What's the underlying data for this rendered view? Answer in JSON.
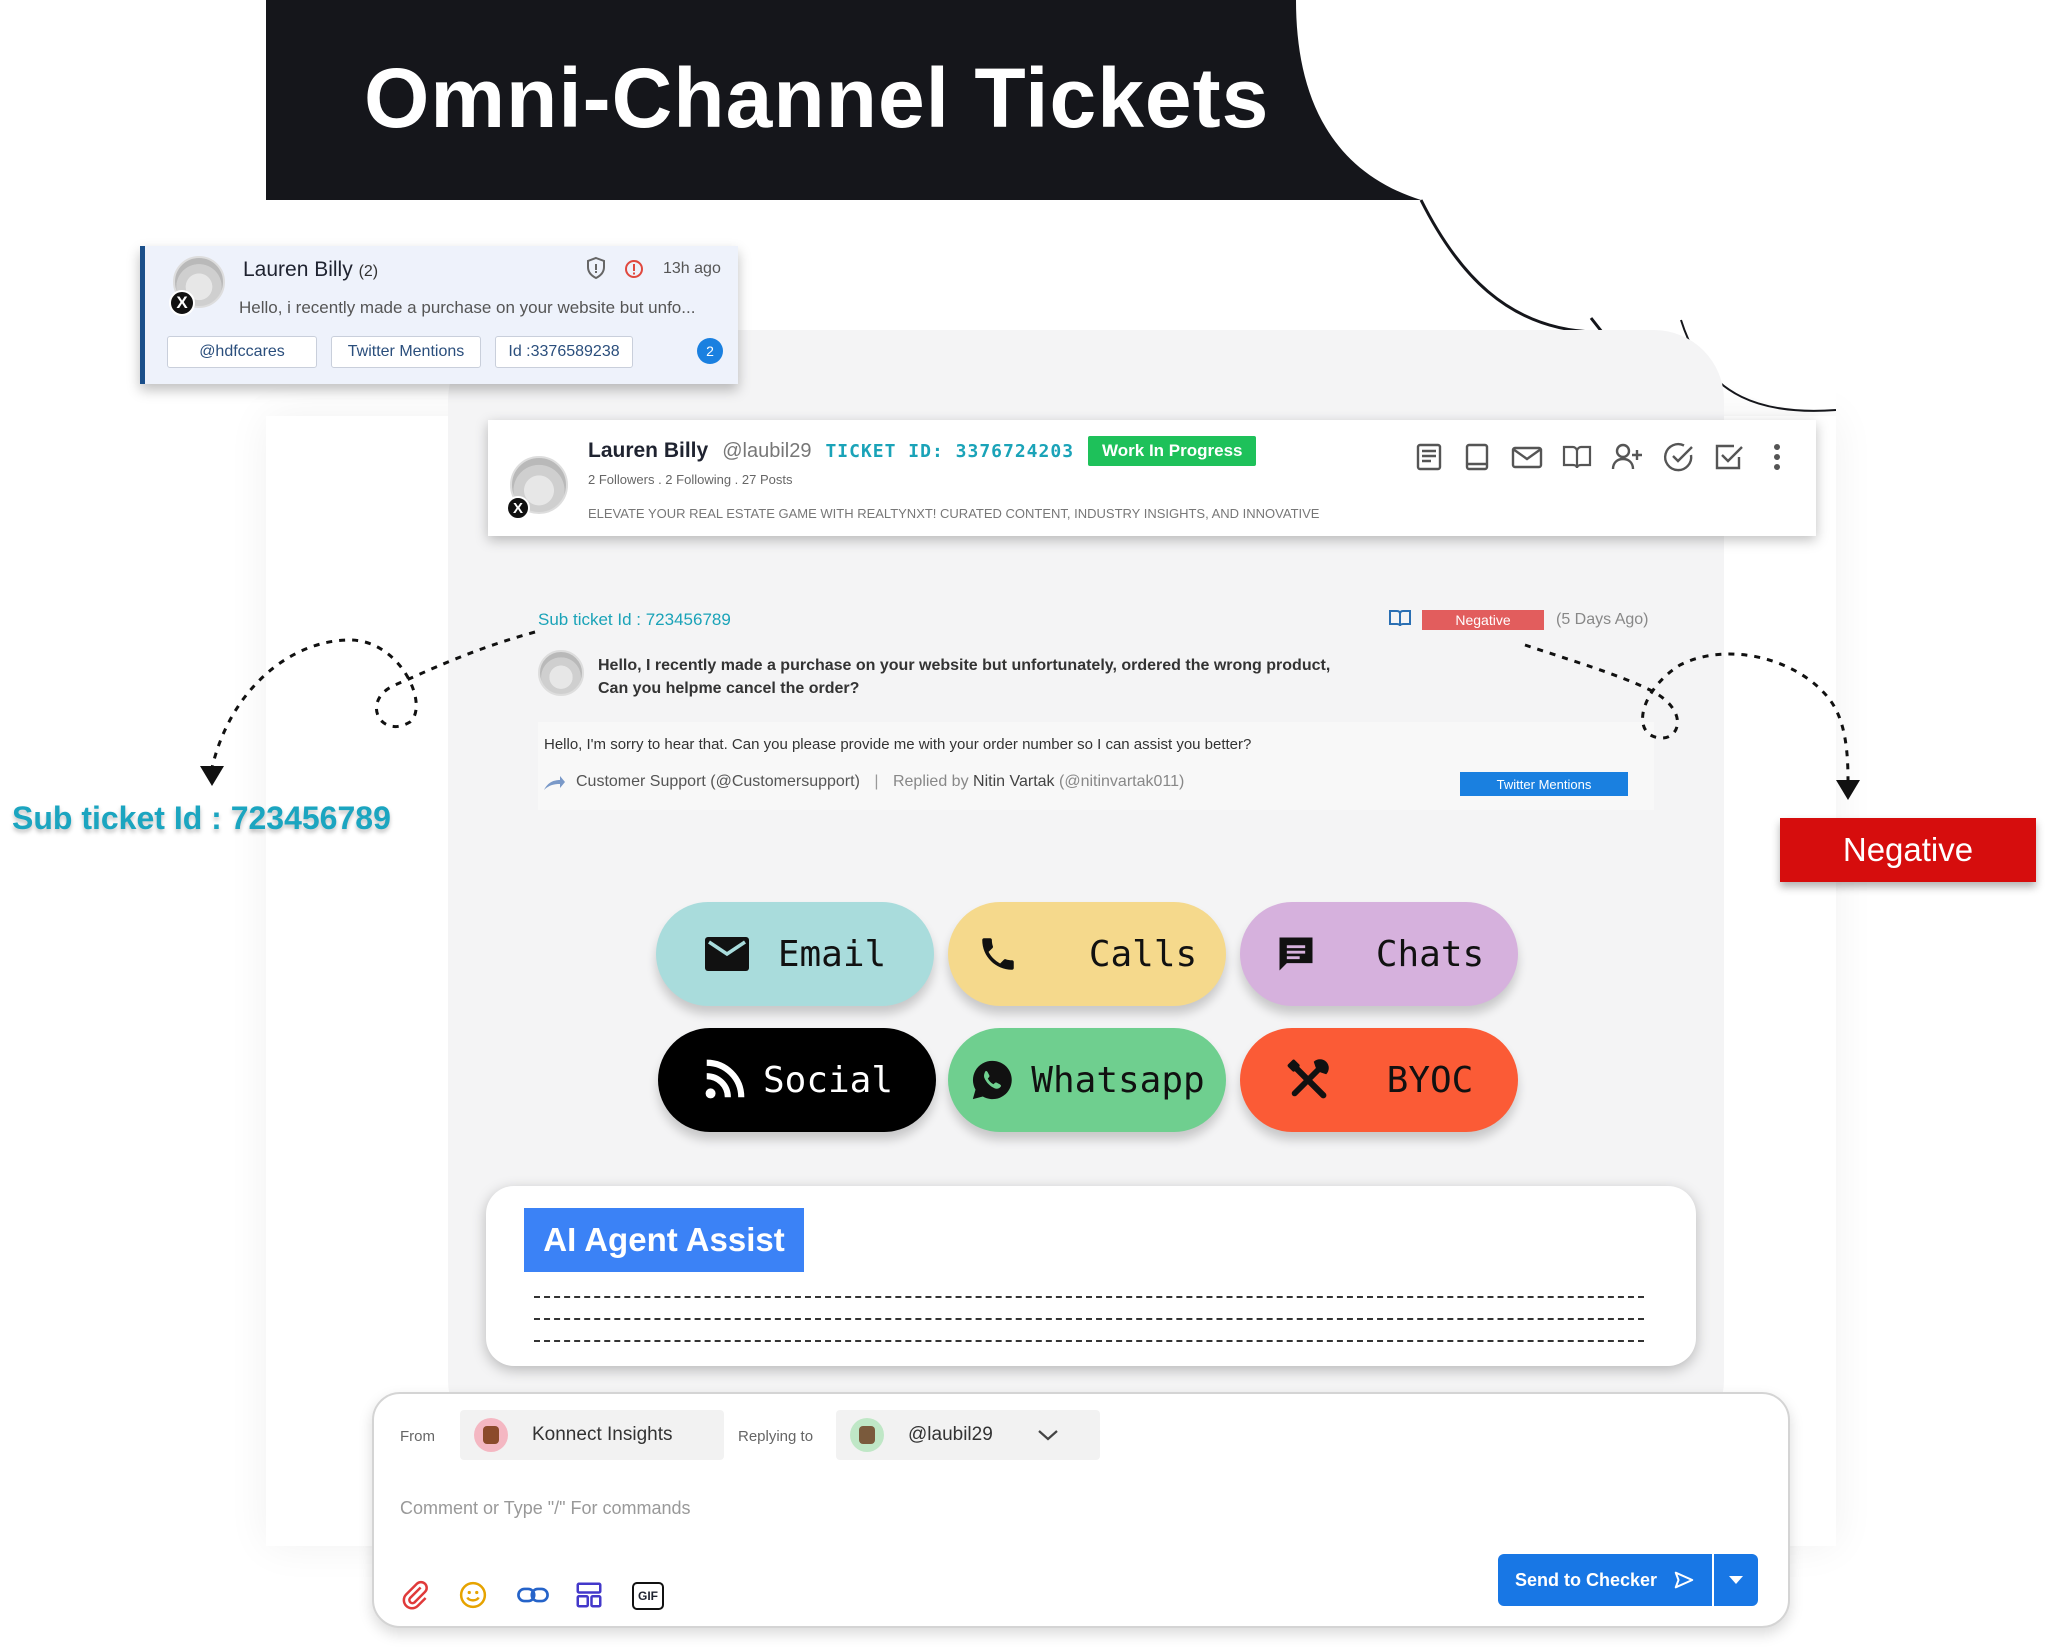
{
  "title": "Omni-Channel Tickets",
  "ticket_card": {
    "name": "Lauren Billy",
    "count": "(2)",
    "time": "13h ago",
    "preview": "Hello, i recently made a purchase on your website but unfo...",
    "chips": [
      "@hdfccares",
      "Twitter Mentions",
      "Id :3376589238"
    ],
    "badge": "2"
  },
  "profile": {
    "name": "Lauren Billy",
    "handle": "@laubil29",
    "ticket_id": "TICKET ID: 3376724203",
    "status": "Work In Progress",
    "stats": "2 Followers . 2 Following . 27 Posts",
    "bio": "ELEVATE YOUR REAL ESTATE GAME WITH REALTYNXT! CURATED CONTENT, INDUSTRY INSIGHTS, AND INNOVATIVE",
    "toolbar_icons": [
      "notes-icon",
      "book-icon",
      "mail-icon",
      "open-book-icon",
      "add-user-icon",
      "check-circle-icon",
      "check-square-icon",
      "more-vertical-icon"
    ]
  },
  "thread": {
    "sub_ticket": "Sub ticket Id : 723456789",
    "sentiment": "Negative",
    "age": "(5 Days Ago)",
    "message_line1": "Hello, I recently made a purchase on your website but unfortunately, ordered the wrong product,",
    "message_line2": "Can you helpme cancel the order?",
    "reply": "Hello, I'm sorry to hear that. Can you please provide me with your order number so I can assist you better?",
    "reply_from": "Customer Support (@Customersupport)",
    "replied_by_label": "Replied by",
    "replied_by_name": "Nitin Vartak",
    "replied_by_handle": "(@nitinvartak011)",
    "reply_channel": "Twitter Mentions"
  },
  "channels": [
    {
      "label": "Email",
      "icon": "mail-icon",
      "bg": "#a9dcdc",
      "fg": "#111111"
    },
    {
      "label": "Calls",
      "icon": "phone-icon",
      "bg": "#f5d98c",
      "fg": "#111111"
    },
    {
      "label": "Chats",
      "icon": "chat-icon",
      "bg": "#d6b1dd",
      "fg": "#111111"
    },
    {
      "label": "Social",
      "icon": "rss-icon",
      "bg": "#000000",
      "fg": "#ffffff"
    },
    {
      "label": "Whatsapp",
      "icon": "whatsapp-icon",
      "bg": "#6fcf8f",
      "fg": "#111111"
    },
    {
      "label": "BYOC",
      "icon": "tools-icon",
      "bg": "#fb5b36",
      "fg": "#111111"
    }
  ],
  "ai_assist": {
    "label": "AI Agent Assist"
  },
  "composer": {
    "from_label": "From",
    "from_value": "Konnect Insights",
    "replying_label": "Replying to",
    "replying_value": "@laubil29",
    "placeholder": "Comment or Type \"/\" For commands",
    "send_label": "Send to Checker",
    "tool_icons": [
      "attachment-icon",
      "emoji-icon",
      "link-icon",
      "template-icon",
      "gif-icon"
    ],
    "gif_label": "GIF"
  },
  "callouts": {
    "sub_ticket": "Sub ticket Id : 723456789",
    "negative": "Negative"
  },
  "colors": {
    "accent": "#1877e5",
    "teal": "#1ba5c0",
    "negative": "#d60d0d",
    "status": "#1ec15a"
  }
}
